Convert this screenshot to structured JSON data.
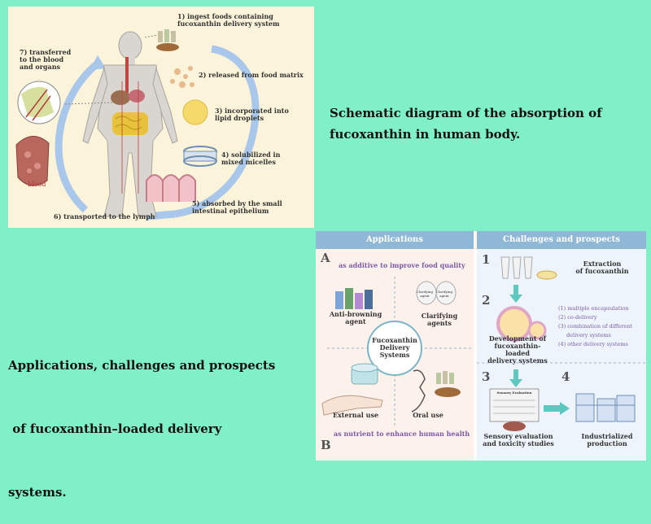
{
  "captions": {
    "top": [
      "Schematic diagram of the absorption of",
      "fucoxanthin in human body."
    ],
    "bottom": [
      "Applications, challenges and prospects",
      " of fucoxanthin–loaded delivery",
      "systems."
    ]
  },
  "absorption": {
    "step1": [
      "1) ingest foods containing",
      "fucoxanthin delivery system"
    ],
    "step2": "2) released from food matrix",
    "step3": [
      "3) incorporated into",
      "lipid droplets"
    ],
    "step4": [
      "4) solubilized in",
      "mixed micelles"
    ],
    "step5": [
      "5) absorbed by the small",
      "intestinal epithelium"
    ],
    "step6": "6) transported to the lymph",
    "step7": [
      "7) transferred",
      "to the blood",
      "and organs"
    ],
    "blood": "blood"
  },
  "applications": {
    "header": "Applications",
    "letter_a": "A",
    "tagline_a": "as additive to improve food quality",
    "anti_browning": [
      "Anti-browning",
      "agent"
    ],
    "clarifying": [
      "Clarifying",
      "agents"
    ],
    "center": [
      "Fucoxanthin",
      "Delivery",
      "Systems"
    ],
    "external": "External use",
    "oral": "Oral use",
    "tagline_b": "as nutrient to enhance human health",
    "letter_b": "B",
    "jar_labels": [
      "Clarifying agent",
      "Clarifying agent"
    ]
  },
  "challenges": {
    "header": "Challenges and prospects",
    "n1": "1",
    "extraction": [
      "Extraction",
      "of fucoxanthin"
    ],
    "n2": "2",
    "development": [
      "Development of",
      "fucoxanthin-loaded",
      "delivery systems"
    ],
    "options": [
      "(1) multiple encapsulation",
      "(2) co-delivery",
      "(3) combination of different",
      "delivery systems",
      "(4) other delivery systems"
    ],
    "n3": "3",
    "sensory": [
      "Sensory evaluation",
      "and toxicity studies"
    ],
    "sheet_title": "Sensory Evaluation",
    "n4": "4",
    "industrial": [
      "Industrialized",
      "production"
    ]
  }
}
